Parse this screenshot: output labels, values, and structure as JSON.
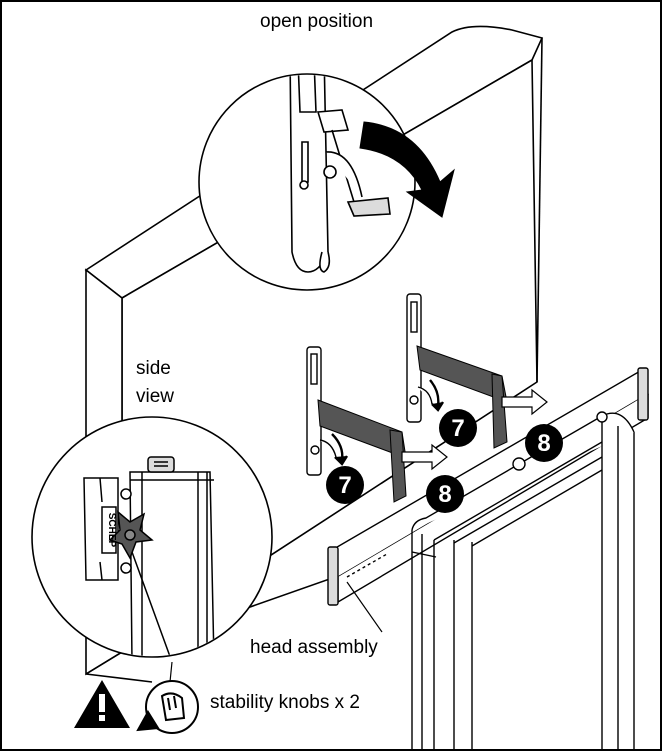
{
  "labels": {
    "open_position": "open position",
    "side_view_line1": "side",
    "side_view_line2": "view",
    "head_assembly": "head assembly",
    "stability_knobs": "stability knobs x 2",
    "brand_mark": "SCHEP"
  },
  "steps": [
    {
      "id": "step-7-upper",
      "number": "7"
    },
    {
      "id": "step-7-lower",
      "number": "7"
    },
    {
      "id": "step-8-upper",
      "number": "8"
    },
    {
      "id": "step-8-lower",
      "number": "8"
    }
  ],
  "colors": {
    "line": "#000000",
    "gray_band": "#555555",
    "light_gray": "#dcdcdc",
    "background": "#ffffff"
  },
  "icons": [
    "warning-icon",
    "rotate-counterclockwise-icon",
    "curved-arrow-icon",
    "step-badge-icon"
  ]
}
